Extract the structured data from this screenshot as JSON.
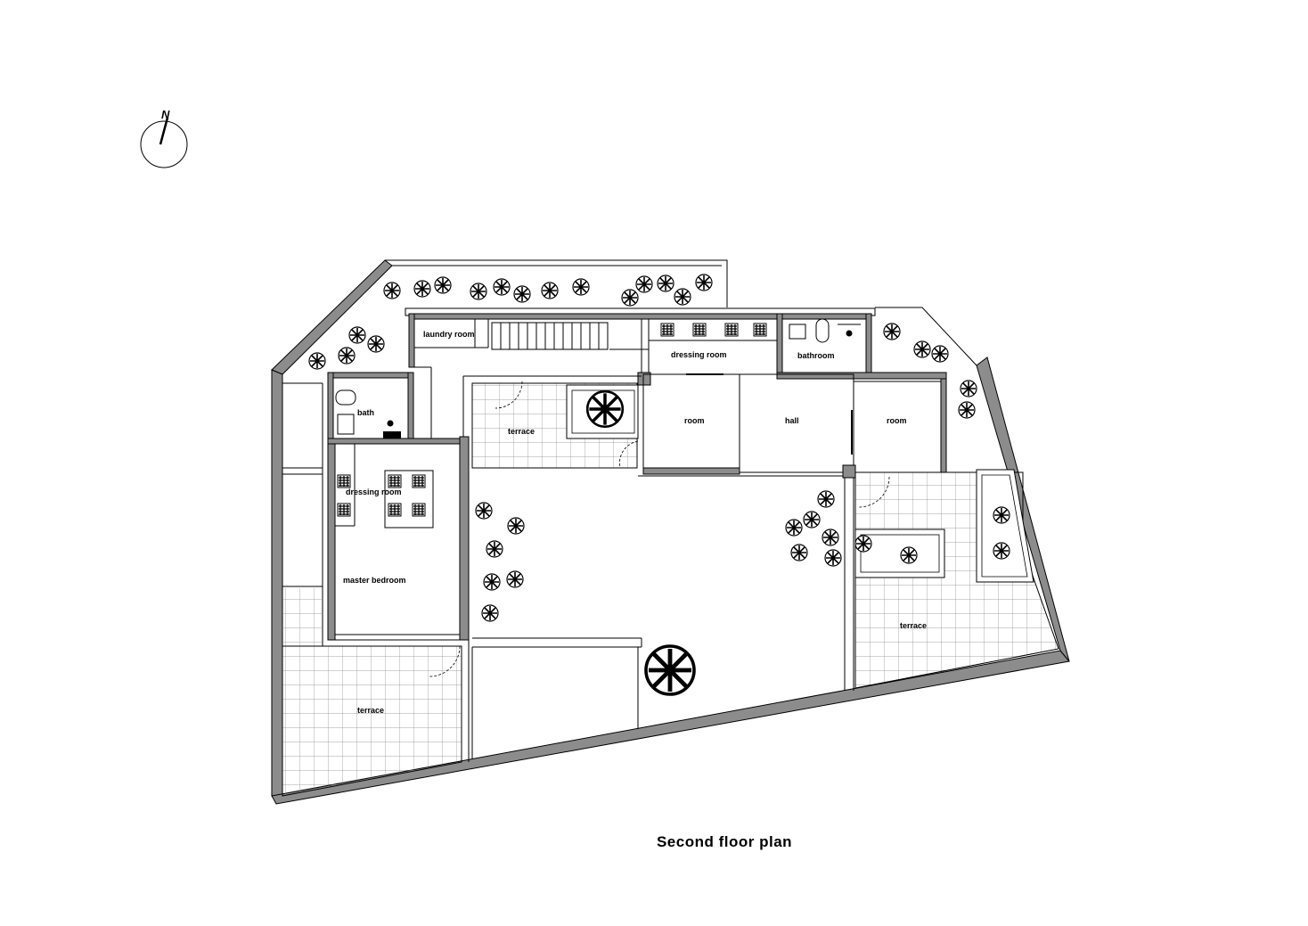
{
  "caption": "Second floor plan",
  "compass": {
    "label": "N"
  },
  "rooms": {
    "laundry_room": "laundry room",
    "dressing_room_north": "dressing room",
    "bathroom": "bathroom",
    "bath": "bath",
    "terrace_courtyard": "terrace",
    "room_west": "room",
    "hall": "hall",
    "room_east": "room",
    "dressing_room_master": "dressing room",
    "master_bedroom": "master bedroom",
    "terrace_southwest": "terrace",
    "terrace_east": "terrace"
  },
  "colors": {
    "wall": "#8c8c8c",
    "line": "#000000",
    "tile": "#888888"
  }
}
